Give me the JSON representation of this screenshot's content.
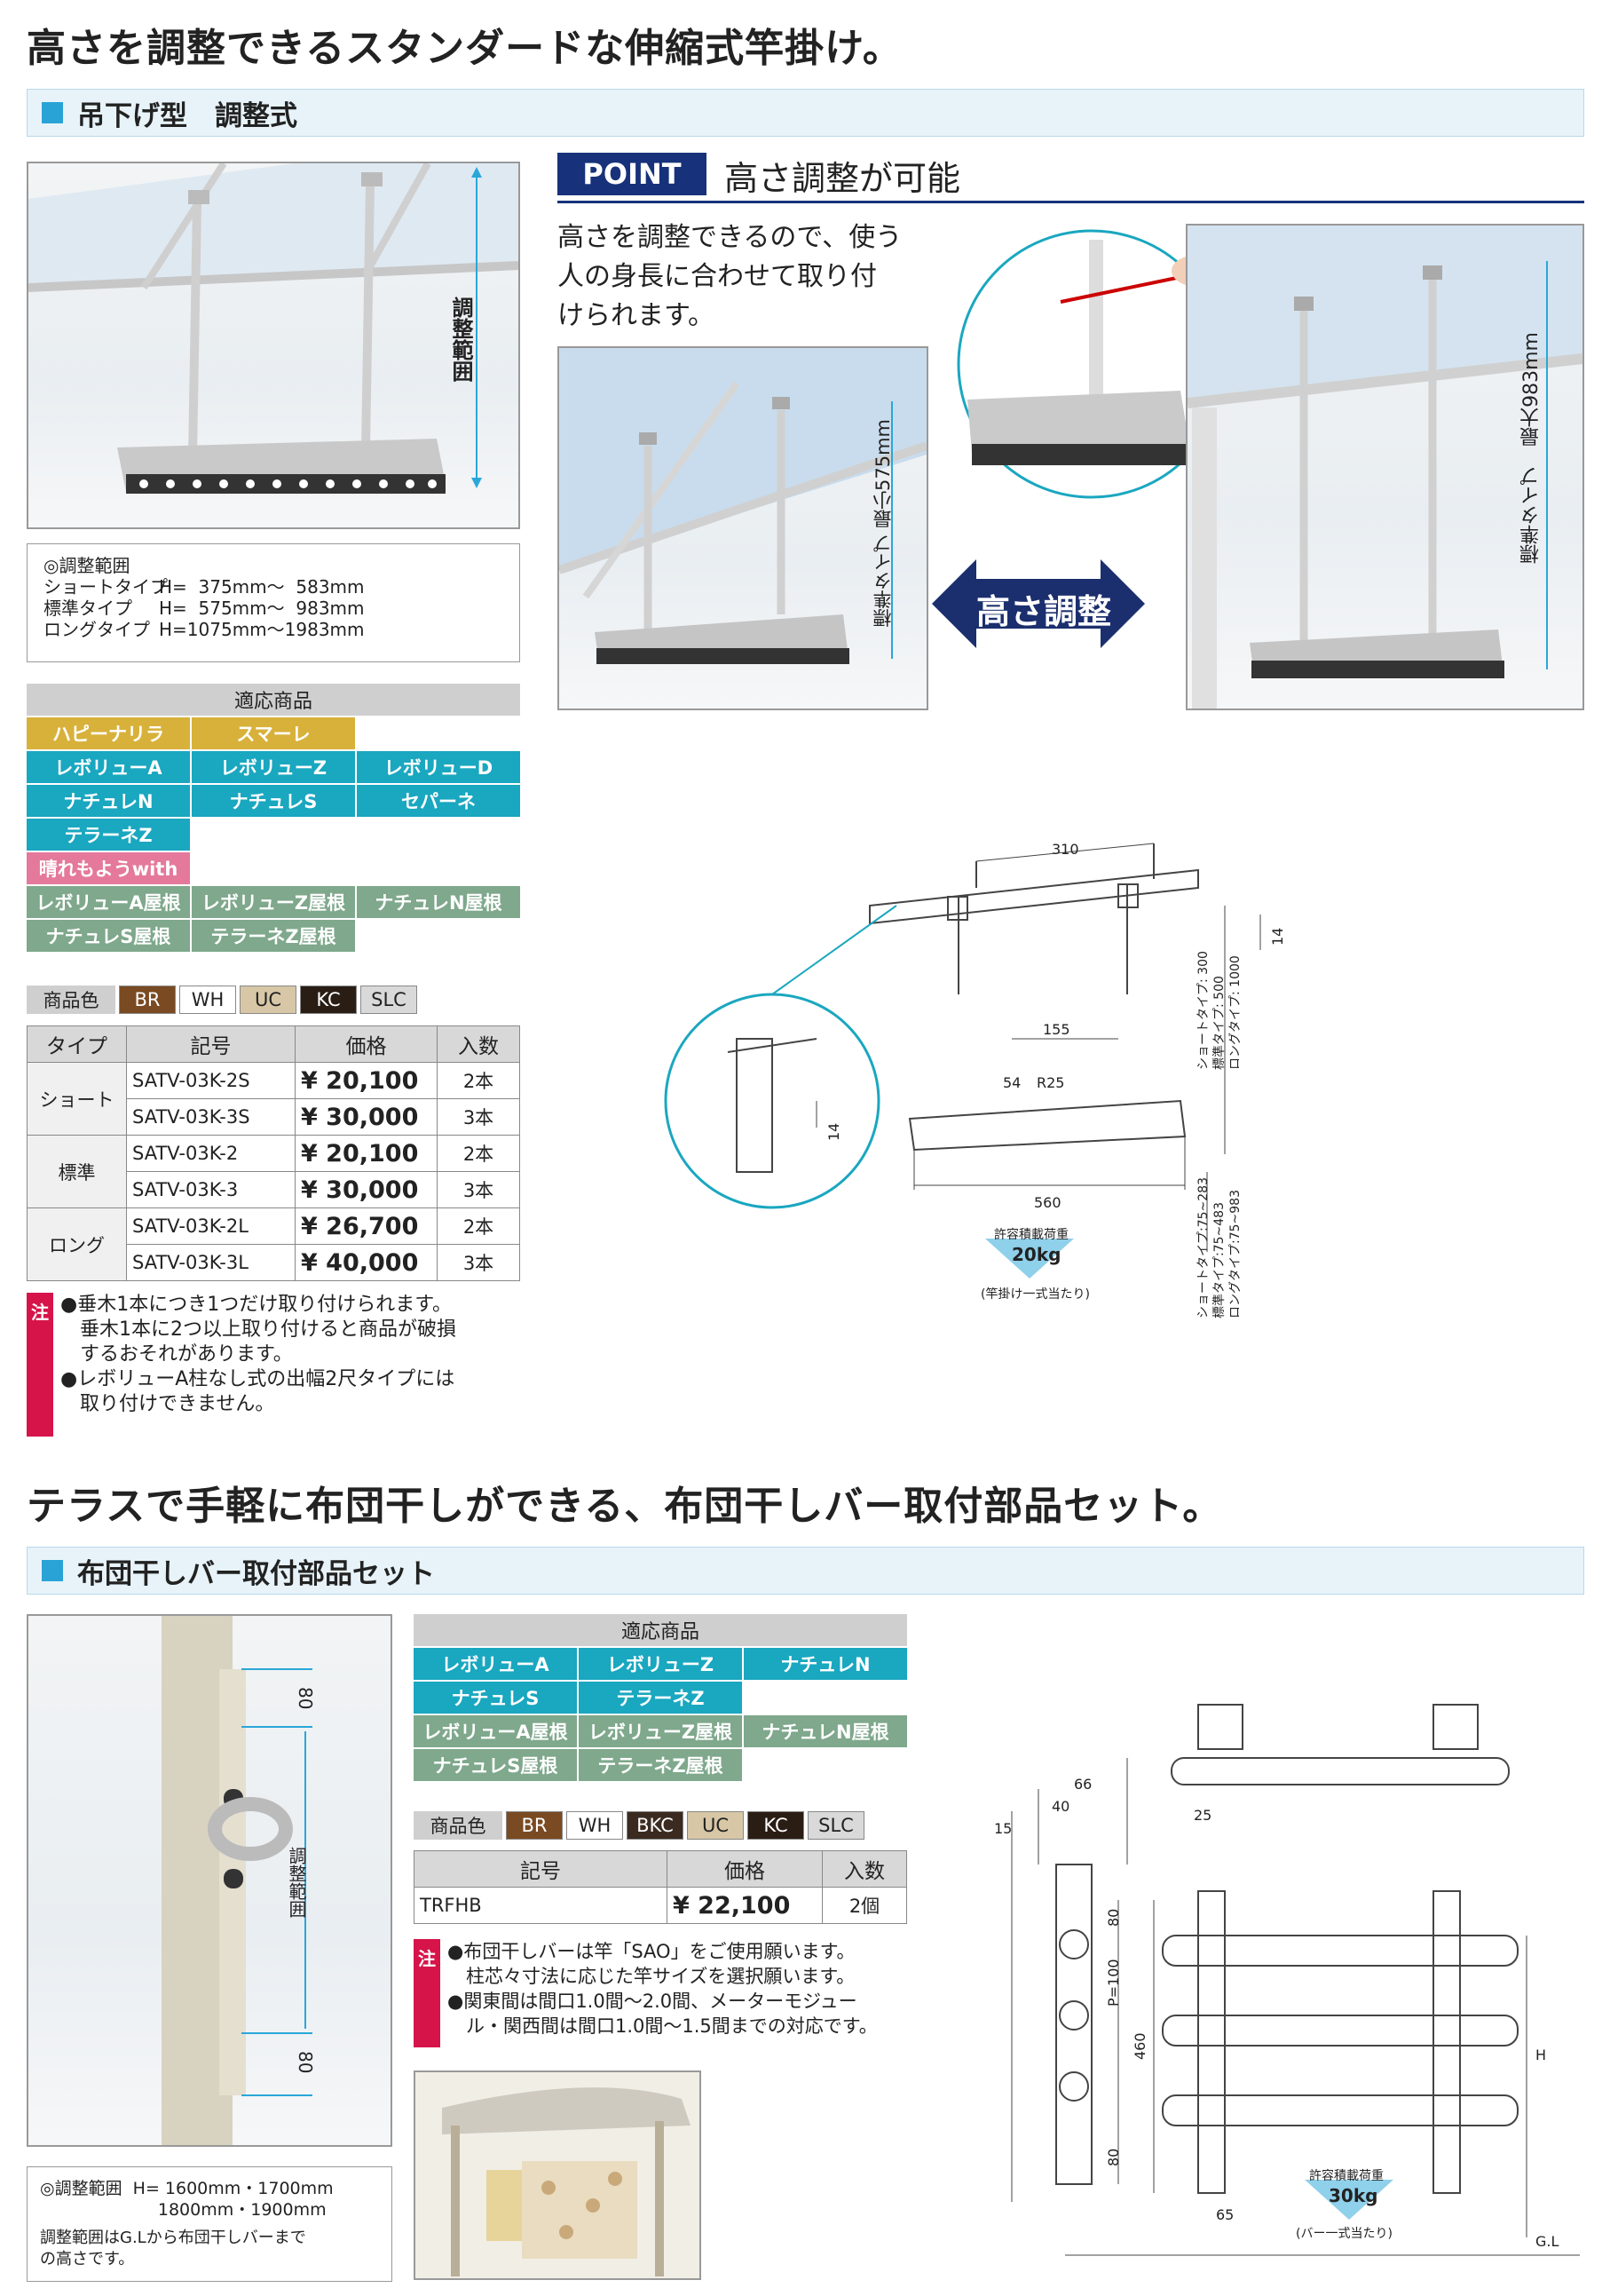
{
  "section1": {
    "headline": "高さを調整できるスタンダードな伸縮式竿掛け。",
    "bar_title": "吊下げ型　調整式",
    "photo_label": "調整範囲",
    "range": {
      "title": "◎調整範囲",
      "rows": [
        {
          "type": "ショートタイプ",
          "value": "H=  375mm～  583mm"
        },
        {
          "type": "標準タイプ",
          "value": "H=  575mm～  983mm"
        },
        {
          "type": "ロングタイプ",
          "value": "H=1075mm～1983mm"
        }
      ]
    },
    "products": {
      "header": "適応商品",
      "rows": [
        [
          {
            "label": "ハピーナリラ",
            "color": "yellow"
          },
          {
            "label": "スマーレ",
            "color": "yellow"
          }
        ],
        [
          {
            "label": "レボリューA",
            "color": "teal"
          },
          {
            "label": "レボリューZ",
            "color": "teal"
          },
          {
            "label": "レボリューD",
            "color": "teal"
          }
        ],
        [
          {
            "label": "ナチュレN",
            "color": "teal"
          },
          {
            "label": "ナチュレS",
            "color": "teal"
          },
          {
            "label": "セパーネ",
            "color": "teal"
          }
        ],
        [
          {
            "label": "テラーネZ",
            "color": "teal"
          }
        ],
        [
          {
            "label": "晴れもようwith",
            "color": "pink"
          }
        ],
        [
          {
            "label": "レボリューA屋根",
            "color": "green"
          },
          {
            "label": "レボリューZ屋根",
            "color": "green"
          },
          {
            "label": "ナチュレN屋根",
            "color": "green"
          }
        ],
        [
          {
            "label": "ナチュレS屋根",
            "color": "green"
          },
          {
            "label": "テラーネZ屋根",
            "color": "green"
          }
        ]
      ]
    },
    "colors": {
      "label": "商品色",
      "chips": [
        {
          "name": "BR",
          "bg": "#7a4a22",
          "fg": "#ffffff"
        },
        {
          "name": "WH",
          "bg": "#ffffff",
          "fg": "#222222"
        },
        {
          "name": "UC",
          "bg": "#d7c7a6",
          "fg": "#222222"
        },
        {
          "name": "KC",
          "bg": "#2a1d14",
          "fg": "#ffffff"
        },
        {
          "name": "SLC",
          "bg": "#d9d9d9",
          "fg": "#222222"
        }
      ]
    },
    "table": {
      "headers": [
        "タイプ",
        "記号",
        "価格",
        "入数"
      ],
      "groups": [
        {
          "type": "ショート",
          "rows": [
            [
              "SATV-03K-2S",
              "¥  20,100",
              "2本"
            ],
            [
              "SATV-03K-3S",
              "¥  30,000",
              "3本"
            ]
          ]
        },
        {
          "type": "標準",
          "rows": [
            [
              "SATV-03K-2",
              "¥  20,100",
              "2本"
            ],
            [
              "SATV-03K-3",
              "¥  30,000",
              "3本"
            ]
          ]
        },
        {
          "type": "ロング",
          "rows": [
            [
              "SATV-03K-2L",
              "¥  26,700",
              "2本"
            ],
            [
              "SATV-03K-3L",
              "¥  40,000",
              "3本"
            ]
          ]
        }
      ]
    },
    "note": {
      "mark": "注",
      "text": "●垂木1本につき1つだけ取り付けられます。\n　垂木1本に2つ以上取り付けると商品が破損\n　するおそれがあります。\n●レボリューA柱なし式の出幅2尺タイプには\n　取り付けできません。"
    },
    "point": {
      "badge": "POINT",
      "title": "高さ調整が可能",
      "desc": "高さを調整できるので、使う\n人の身長に合わせて取り付\nけられます。",
      "min_label": "標準タイプ 最小575mm",
      "max_label": "標準タイプ　最大983mm",
      "arrow_label": "高さ調整"
    },
    "diagram": {
      "d310": "310",
      "d155": "155",
      "d54": "54",
      "dR25": "R25",
      "d560": "560",
      "d14a": "14",
      "d14b": "14",
      "v300": "ショートタイプ: 300",
      "v500": "標準タイプ: 500",
      "v1000": "ロングタイプ: 1000",
      "r1": "ショートタイプ:75~283",
      "r2": "標準タイプ:75~483",
      "r3": "ロングタイプ:75~983",
      "load_title": "許容積載荷重",
      "load_value": "20kg",
      "load_note": "(竿掛け一式当たり)"
    }
  },
  "section2": {
    "headline": "テラスで手軽に布団干しができる、布団干しバー取付部品セット。",
    "bar_title": "布団干しバー取付部品セット",
    "photo_dims": {
      "top": "80",
      "bottom": "80",
      "label": "調整範囲"
    },
    "range": {
      "text": "◎調整範囲  H= 1600mm・1700mm\n                      1800mm・1900mm",
      "sub": "調整範囲はG.Lから布団干しバーまで\nの高さです。"
    },
    "products": {
      "header": "適応商品",
      "rows": [
        [
          {
            "label": "レボリューA",
            "color": "teal"
          },
          {
            "label": "レボリューZ",
            "color": "teal"
          },
          {
            "label": "ナチュレN",
            "color": "teal"
          }
        ],
        [
          {
            "label": "ナチュレS",
            "color": "teal"
          },
          {
            "label": "テラーネZ",
            "color": "teal"
          }
        ],
        [
          {
            "label": "レボリューA屋根",
            "color": "green"
          },
          {
            "label": "レボリューZ屋根",
            "color": "green"
          },
          {
            "label": "ナチュレN屋根",
            "color": "green"
          }
        ],
        [
          {
            "label": "ナチュレS屋根",
            "color": "green"
          },
          {
            "label": "テラーネZ屋根",
            "color": "green"
          }
        ]
      ]
    },
    "colors": {
      "label": "商品色",
      "chips": [
        {
          "name": "BR",
          "bg": "#7a4a22",
          "fg": "#ffffff"
        },
        {
          "name": "WH",
          "bg": "#ffffff",
          "fg": "#222222"
        },
        {
          "name": "BKC",
          "bg": "#3a2a20",
          "fg": "#ffffff"
        },
        {
          "name": "UC",
          "bg": "#d7c7a6",
          "fg": "#222222"
        },
        {
          "name": "KC",
          "bg": "#2a1d14",
          "fg": "#ffffff"
        },
        {
          "name": "SLC",
          "bg": "#d9d9d9",
          "fg": "#222222"
        }
      ]
    },
    "table": {
      "headers": [
        "記号",
        "価格",
        "入数"
      ],
      "rows": [
        [
          "TRFHB",
          "¥  22,100",
          "2個"
        ]
      ]
    },
    "note": {
      "mark": "注",
      "text": "●布団干しバーは竿「SAO」をご使用願います。\n　柱芯々寸法に応じた竿サイズを選択願います。\n●関東間は間口1.0間～2.0間、メーターモジュー\n　ル・関西間は間口1.0間～1.5間までの対応です。"
    },
    "diagram": {
      "d66": "66",
      "d40": "40",
      "d15": "15",
      "d25": "25",
      "d80a": "80",
      "d80b": "80",
      "dP": "P=100",
      "d460": "460",
      "d65": "65",
      "dH": "H",
      "gl": "G.L",
      "load_title": "許容積載荷重",
      "load_value": "30kg",
      "load_note": "(バー一式当たり)"
    }
  }
}
